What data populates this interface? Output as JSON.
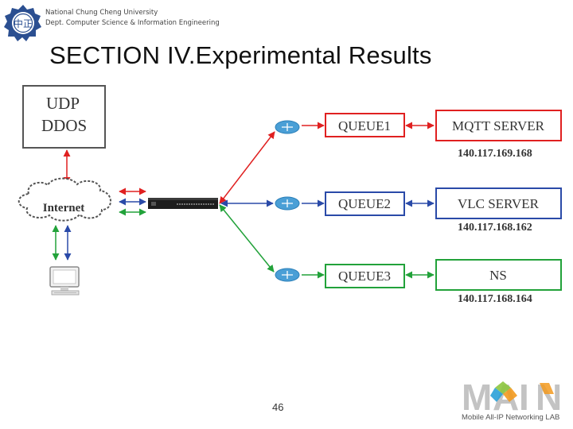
{
  "header": {
    "university": "National Chung Cheng University",
    "department": "Dept. Computer Science & Information Engineering",
    "emblem_text": "中正"
  },
  "slide": {
    "title": "SECTION IV.Experimental Results",
    "page_number": "46"
  },
  "diagram": {
    "attacker": {
      "line1": "UDP",
      "line2": "DDOS"
    },
    "cloud_label": "Internet",
    "queues": [
      {
        "label": "QUEUE1",
        "color": "#e02020"
      },
      {
        "label": "QUEUE2",
        "color": "#2a4aa8"
      },
      {
        "label": "QUEUE3",
        "color": "#22a23a"
      }
    ],
    "servers": [
      {
        "label": "MQTT SERVER",
        "ip": "140.117.169.168",
        "color": "#e02020"
      },
      {
        "label": "VLC SERVER",
        "ip": "140.117.168.162",
        "color": "#2a4aa8"
      },
      {
        "label": "NS",
        "ip": "140.117.168.164",
        "color": "#22a23a"
      }
    ]
  },
  "lab_logo": {
    "letters": [
      "M",
      "A",
      "I",
      "N"
    ],
    "subtitle": "Mobile All-IP Networking LAB"
  }
}
